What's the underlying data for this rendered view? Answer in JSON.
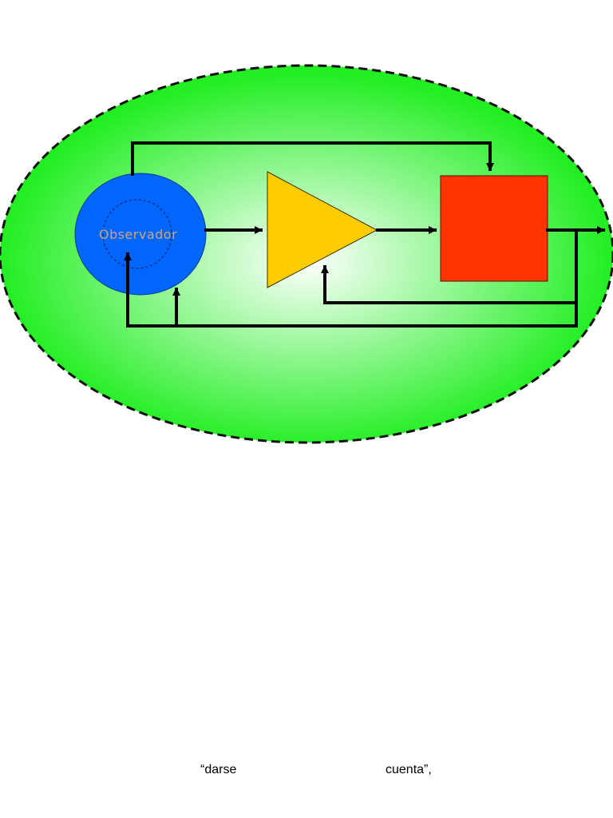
{
  "diagram": {
    "observer_label": "Observador",
    "colors": {
      "field_outer": "#22ee22",
      "field_inner": "#ffffff",
      "field_border": "#111111",
      "observer_fill": "#0066ff",
      "observer_label": "#c8a878",
      "amplifier_fill": "#ffcc00",
      "block_fill": "#ff3300",
      "wire": "#000000"
    }
  },
  "caption": {
    "left": "“darse",
    "right": "cuenta”,"
  }
}
